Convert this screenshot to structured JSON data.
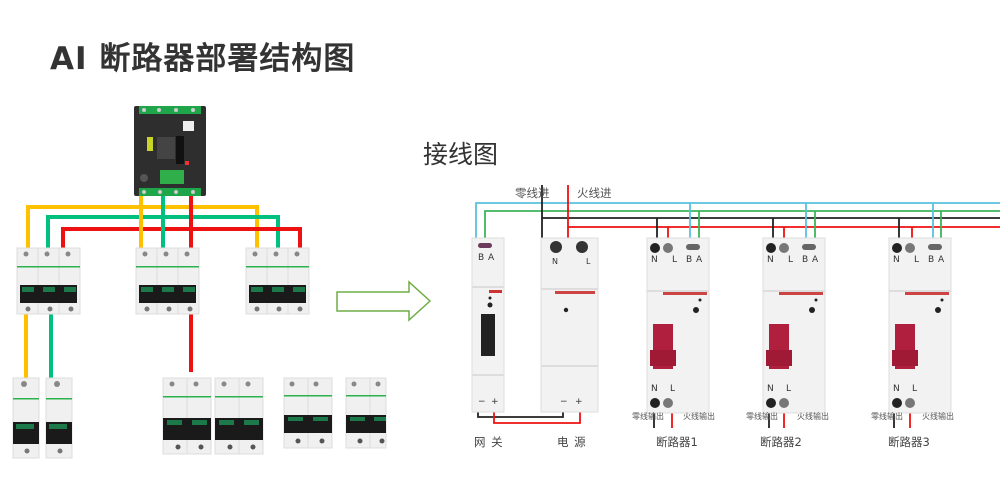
{
  "title": "AI 断路器部署结构图",
  "wiring_title": "接线图",
  "colors": {
    "yellow": "#ffc000",
    "green_phase": "#00c080",
    "red": "#ee1111",
    "rs485_b": "#5bc0de",
    "rs485_a": "#3cb55a",
    "neutral": "#222222",
    "arrow_outline": "#70ad47",
    "breaker_handle": "#b0203e"
  },
  "wiring": {
    "neutral_in_label": "零线进",
    "live_in_label": "火线进",
    "gateway": {
      "label": "网 关",
      "terminals": [
        "B",
        "A"
      ],
      "power_terminals": [
        "−",
        "+"
      ]
    },
    "power_supply": {
      "label": "电 源",
      "terminals": [
        "N",
        "L"
      ],
      "power_terminals": [
        "−",
        "+"
      ]
    },
    "breakers": [
      {
        "label": "断路器1",
        "top_terminals": [
          "N",
          "L",
          "B",
          "A"
        ],
        "bottom_terminals": [
          "N",
          "L"
        ],
        "neutral_out": "零线输出",
        "live_out": "火线输出"
      },
      {
        "label": "断路器2",
        "top_terminals": [
          "N",
          "L",
          "B",
          "A"
        ],
        "bottom_terminals": [
          "N",
          "L"
        ],
        "neutral_out": "零线输出",
        "live_out": "火线输出"
      },
      {
        "label": "断路器3",
        "top_terminals": [
          "N",
          "L",
          "B",
          "A"
        ],
        "bottom_terminals": [
          "N",
          "L"
        ],
        "neutral_out": "零线输出",
        "live_out": "火线输出"
      }
    ]
  },
  "structure": {
    "main_breaker": "main-mccb",
    "level1_breakers": 3,
    "level2_groups": [
      "2 x 1P",
      "2 x 2P",
      "2 x 2P"
    ]
  }
}
